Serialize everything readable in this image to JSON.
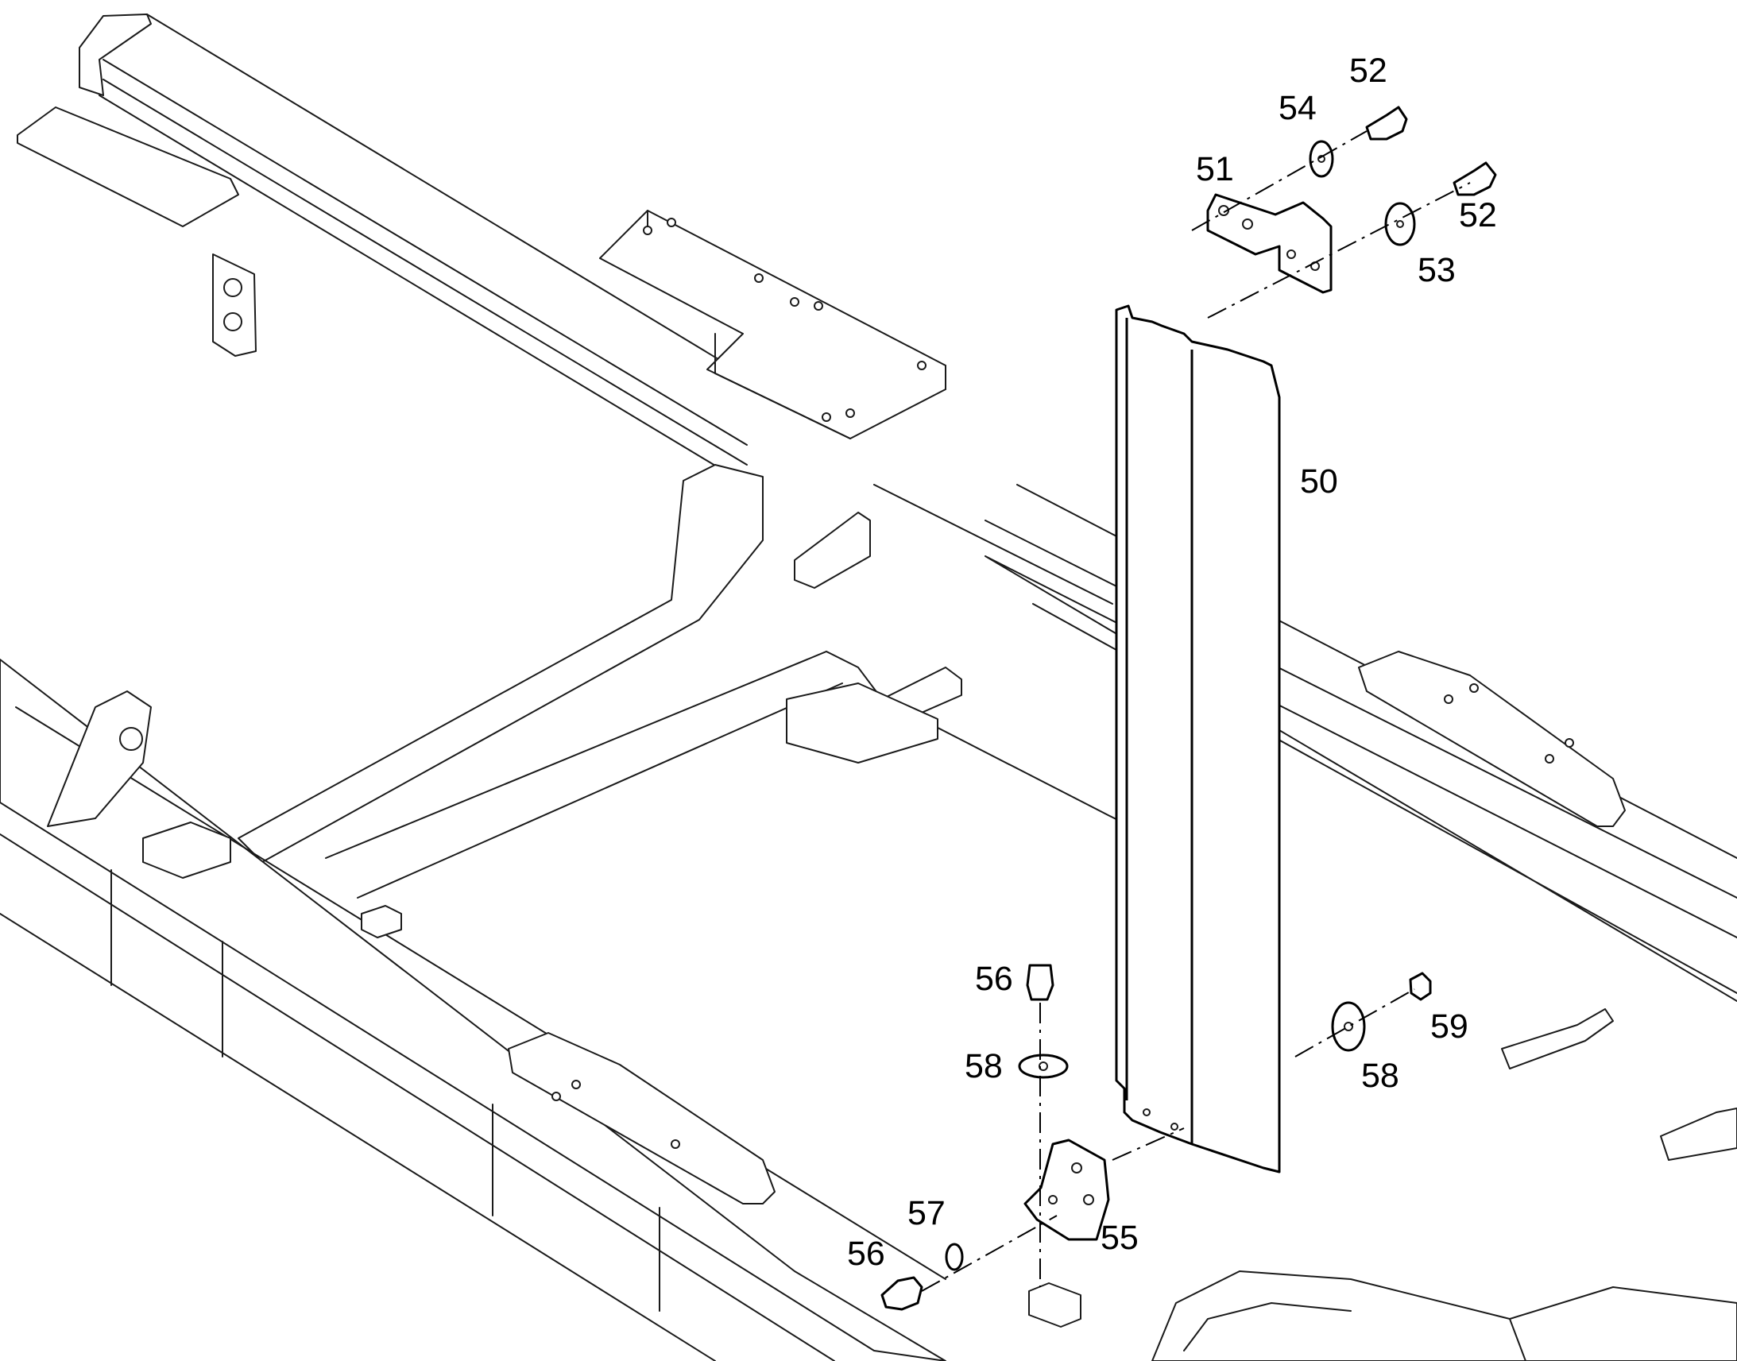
{
  "callouts": {
    "c50": "50",
    "c51": "51",
    "c52a": "52",
    "c52b": "52",
    "c53": "53",
    "c54": "54",
    "c55": "55",
    "c56a": "56",
    "c56b": "56",
    "c57": "57",
    "c58a": "58",
    "c58b": "58",
    "c59": "59"
  }
}
